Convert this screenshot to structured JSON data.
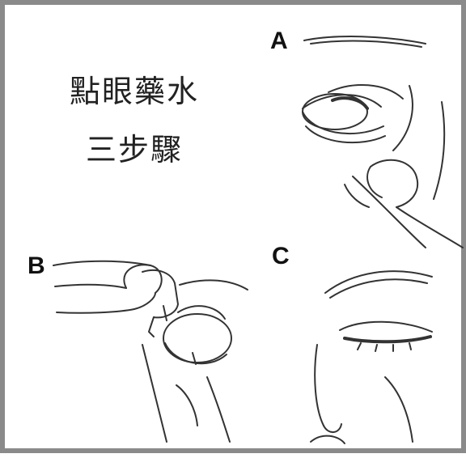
{
  "title": {
    "line1": "點眼藥水",
    "line2": "三步驟"
  },
  "steps": [
    {
      "label": "A"
    },
    {
      "label": "B"
    },
    {
      "label": "C"
    }
  ]
}
